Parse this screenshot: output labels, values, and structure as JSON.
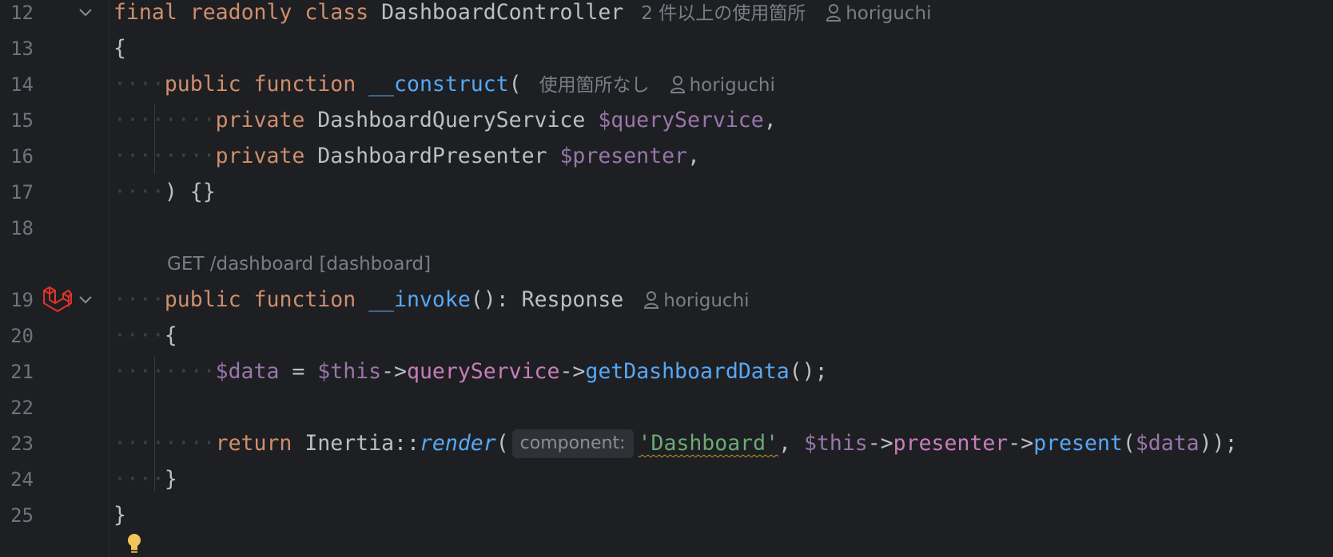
{
  "lines": [
    {
      "num": "12"
    },
    {
      "num": "13"
    },
    {
      "num": "14"
    },
    {
      "num": "15"
    },
    {
      "num": "16"
    },
    {
      "num": "17"
    },
    {
      "num": "18"
    },
    {
      "num": "19"
    },
    {
      "num": "20"
    },
    {
      "num": "21"
    },
    {
      "num": "22"
    },
    {
      "num": "23"
    },
    {
      "num": "24"
    },
    {
      "num": "25"
    }
  ],
  "code": {
    "final": "final",
    "readonly": "readonly",
    "class": "class",
    "class_name": "DashboardController",
    "usages_hint": "2 件以上の使用箇所",
    "author": "horiguchi",
    "open_brace": "{",
    "close_brace": "}",
    "public": "public",
    "function": "function",
    "construct": "__construct",
    "open_paren": "(",
    "no_usages_hint": "使用箇所なし",
    "private": "private",
    "query_service_type": "DashboardQueryService",
    "query_service_var": "$queryService",
    "presenter_type": "DashboardPresenter",
    "presenter_var": "$presenter",
    "comma": ",",
    "construct_close": ") {}",
    "route_hint": "GET /dashboard [dashboard]",
    "invoke": "__invoke",
    "invoke_sig": "(): ",
    "response_type": "Response",
    "data_var": "$data",
    "assign": " = ",
    "this_var": "$this",
    "arrow": "->",
    "query_service_prop": "queryService",
    "get_dashboard_data": "getDashboardData",
    "call_end": "();",
    "return": "return",
    "inertia": "Inertia",
    "scope": "::",
    "render": "render",
    "param_hint": "component:",
    "dashboard_str": "'Dashboard'",
    "presenter_prop": "presenter",
    "present": "present",
    "data_arg": "$data",
    "close_call": "));"
  },
  "colors": {
    "background": "#1e1f22",
    "keyword": "#cf8e6d",
    "function": "#56a8f5",
    "variable": "#c77dbb",
    "string": "#6aab73",
    "laravel_icon": "#e0342b",
    "bulb": "#f2c55c"
  },
  "icons": [
    "chevron-down-icon",
    "laravel-icon",
    "user-icon",
    "lightbulb-icon"
  ]
}
